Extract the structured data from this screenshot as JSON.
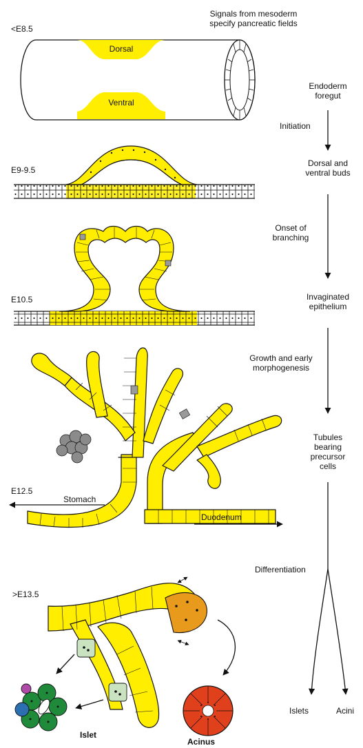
{
  "stages": {
    "s1": "<E8.5",
    "s2": "E9-9.5",
    "s3": "E10.5",
    "s4": "E12.5",
    "s5": ">E13.5"
  },
  "top_note": [
    "Signals from mesoderm",
    "specify pancreatic fields"
  ],
  "tube": {
    "dorsal": "Dorsal",
    "ventral": "Ventral"
  },
  "pathway": {
    "n1": [
      "Endoderm",
      "foregut"
    ],
    "e1": "Initiation",
    "n2": [
      "Dorsal and",
      "ventral buds"
    ],
    "e2": [
      "Onset of",
      "branching"
    ],
    "n3": [
      "Invaginated",
      "epithelium"
    ],
    "e3": [
      "Growth and early",
      "morphogenesis"
    ],
    "n4": [
      "Tubules",
      "bearing",
      "precursor",
      "cells"
    ],
    "e4": "Differentiation",
    "out_left": "Islets",
    "out_right": "Acini"
  },
  "arrows": {
    "stomach": "Stomach",
    "duodenum": "Duodenum"
  },
  "bottom": {
    "islet": "Islet",
    "acinus": "Acinus"
  },
  "colors": {
    "epithelium": "#ffee00",
    "endocrine_progenitor": "#c9e3c1",
    "acinar_progenitor": "#e89a1c",
    "acinus": "#e0401c",
    "islet": "#1f8a3a",
    "grey_cluster": "#8b8b8b",
    "outline": "#111111"
  }
}
